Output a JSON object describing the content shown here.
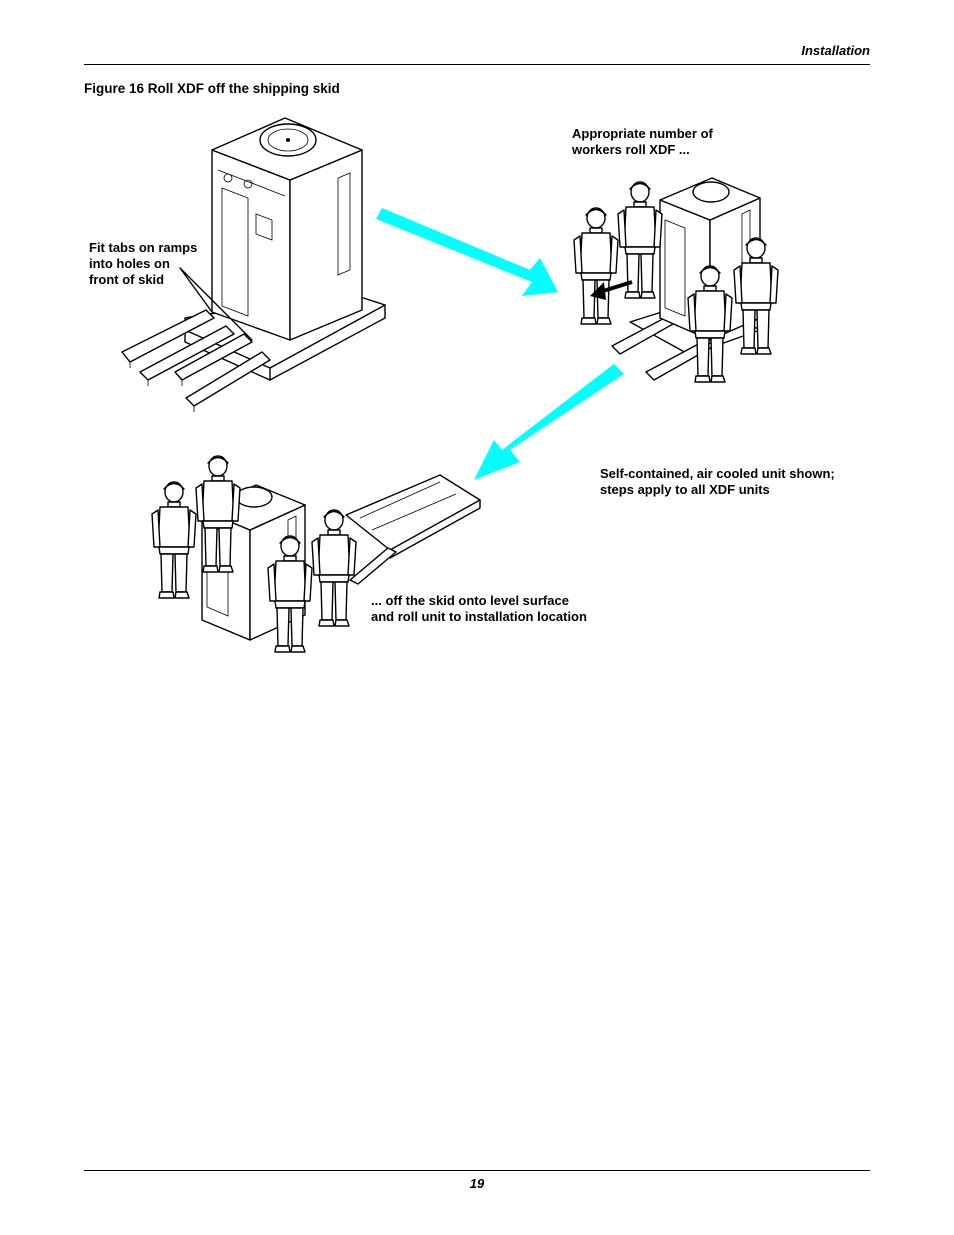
{
  "header": {
    "section": "Installation"
  },
  "figure": {
    "title": "Figure 16  Roll XDF off the shipping skid",
    "notes": {
      "fit_tabs": "Fit tabs on ramps\ninto holes on\nfront of skid",
      "workers_roll": "Appropriate number of\nworkers roll XDF ...",
      "self_contained": "Self-contained, air cooled unit shown;\nsteps apply to all XDF units",
      "off_skid": "... off the skid onto level surface\nand roll unit to installation location"
    },
    "arrow_color": "#00FFFF"
  },
  "footer": {
    "page_number": "19"
  }
}
